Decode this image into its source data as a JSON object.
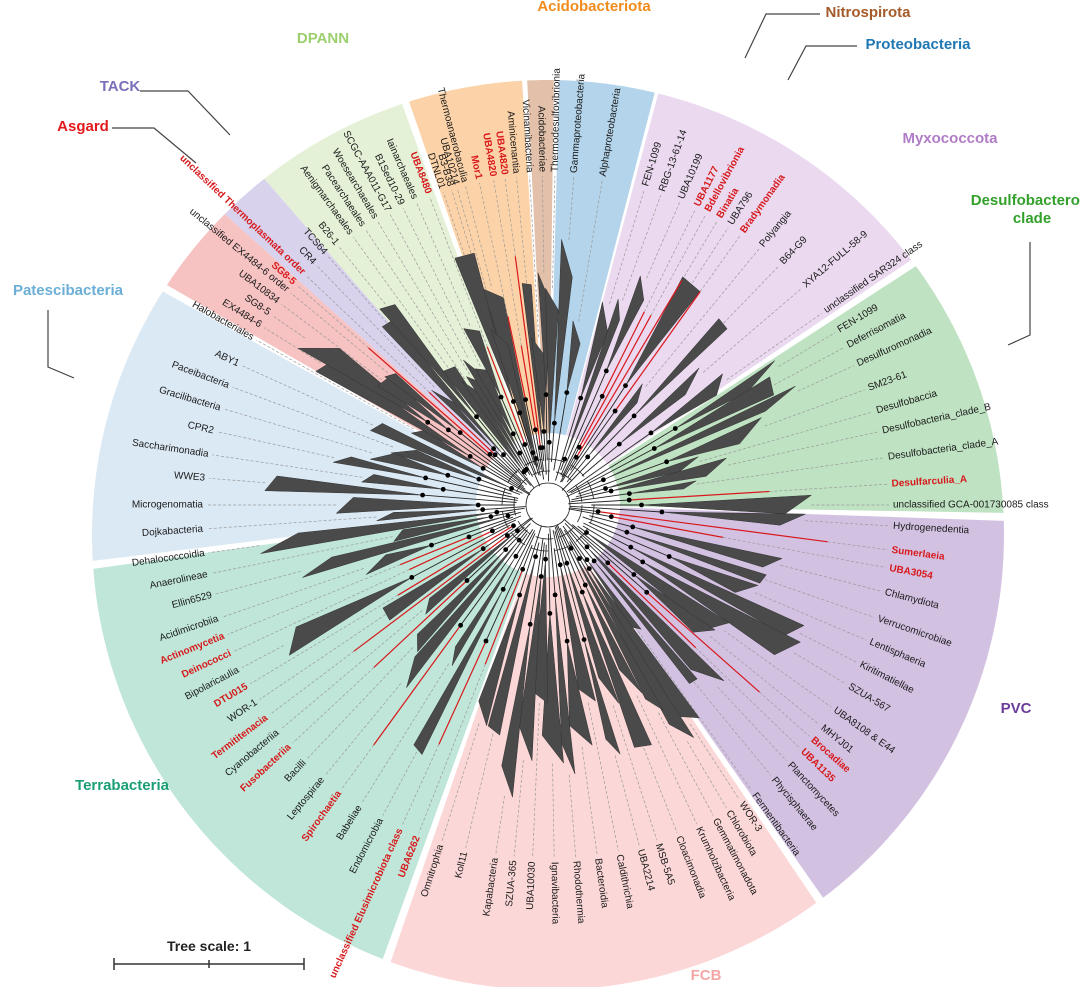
{
  "colors": {
    "highlight": "#d7191c",
    "normal": "#1a1a1a",
    "wedge_dark": "#4a4a4a",
    "branch": "#222222",
    "dashed": "#9a9a9a"
  },
  "scale": {
    "label": "Tree scale: 1"
  },
  "clades": [
    {
      "id": "acidobacteriota",
      "name": "Acidobacteriota",
      "color": "#f08c1c",
      "bg": "#fcd3a8",
      "start": -19,
      "end": -3.5
    },
    {
      "id": "nitrospirota",
      "name": "Nitrospirota",
      "color": "#a55a2a",
      "bg": "#e3c0a9",
      "start": -2.8,
      "end": 0.8
    },
    {
      "id": "proteobacteria",
      "name": "Proteobacteria",
      "color": "#1f78b4",
      "bg": "#b3d4ea",
      "start": 1.5,
      "end": 14.5
    },
    {
      "id": "myxococcota",
      "name": "Myxococcota",
      "color": "#b07cc6",
      "bg": "#ead9ef",
      "start": 15,
      "end": 56
    },
    {
      "id": "desulfobacterota",
      "name": "Desulfobacterota clade",
      "color": "#33a02c",
      "bg": "#bfe2c2",
      "start": 57,
      "end": 91
    },
    {
      "id": "pvc",
      "name": "PVC",
      "color": "#6a3d9a",
      "bg": "#d3c1e2",
      "start": 92,
      "end": 145
    },
    {
      "id": "fcb",
      "name": "FCB",
      "color": "#f4a6a6",
      "bg": "#fcd7d7",
      "start": 146,
      "end": 199
    },
    {
      "id": "terrabacteria",
      "name": "Terrabacteria",
      "color": "#1b9e77",
      "bg": "#bfe6d8",
      "start": 200,
      "end": 262
    },
    {
      "id": "patescibacteria",
      "name": "Patescibacteria",
      "color": "#6baed6",
      "bg": "#dbe9f5",
      "start": 263,
      "end": 299
    },
    {
      "id": "asgard",
      "name": "Asgard",
      "color": "#e31a1c",
      "bg": "#f6c2c2",
      "start": 300,
      "end": 312
    },
    {
      "id": "tack",
      "name": "TACK",
      "color": "#7b6fba",
      "bg": "#d8d2ec",
      "start": 312,
      "end": 319
    },
    {
      "id": "dpann",
      "name": "DPANN",
      "color": "#9ccf6e",
      "bg": "#e4f1d7",
      "start": 319,
      "end": 340
    }
  ],
  "leaves": [
    {
      "label": "B3-B38",
      "angle": -17,
      "red": false
    },
    {
      "label": "Thermoanaerobaculia",
      "angle": -14.5,
      "red": false
    },
    {
      "label": "Mor1",
      "angle": -12,
      "red": true
    },
    {
      "label": "UBA4820",
      "angle": -9.5,
      "red": true
    },
    {
      "label": "UBA4820",
      "angle": -7.5,
      "red": true
    },
    {
      "label": "Aminicenantia",
      "angle": -5.5,
      "red": false
    },
    {
      "label": "Vicinamibacteria",
      "angle": -3.2,
      "red": false
    },
    {
      "label": "Acidobacteriae",
      "angle": -1,
      "red": false
    },
    {
      "label": "Thermodesulfovibrionia",
      "angle": 1.2,
      "red": false
    },
    {
      "label": "Gammaproteobacteria",
      "angle": 4.5,
      "red": false
    },
    {
      "label": "Alphaproteobacteria",
      "angle": 9.5,
      "red": false
    },
    {
      "label": "FEN-1099",
      "angle": 17,
      "red": false
    },
    {
      "label": "RBG-13-61-14",
      "angle": 20,
      "red": false
    },
    {
      "label": "UBA10199",
      "angle": 23.5,
      "red": false
    },
    {
      "label": "UBA1177",
      "angle": 26.5,
      "red": true
    },
    {
      "label": "Bdellovibrionia",
      "angle": 28.5,
      "red": true
    },
    {
      "label": "Binatia",
      "angle": 30.8,
      "red": true
    },
    {
      "label": "UBA796",
      "angle": 33,
      "red": false
    },
    {
      "label": "Bradymonadia",
      "angle": 35.5,
      "red": true
    },
    {
      "label": "Polyangia",
      "angle": 39.5,
      "red": false
    },
    {
      "label": "B64-G9",
      "angle": 44,
      "red": false
    },
    {
      "label": "XYA12-FULL-58-9",
      "angle": 49.5,
      "red": false
    },
    {
      "label": "unclassified SAR324 class",
      "angle": 55,
      "red": false
    },
    {
      "label": "FEN-1099",
      "angle": 59,
      "red": false
    },
    {
      "label": "Deferrisomatia",
      "angle": 62,
      "red": false
    },
    {
      "label": "Desulfuromonadia",
      "angle": 65.5,
      "red": false
    },
    {
      "label": "SM23-61",
      "angle": 70,
      "red": false
    },
    {
      "label": "Desulfobaccia",
      "angle": 74,
      "red": false
    },
    {
      "label": "Desulfobacteria_clade_B",
      "angle": 77.5,
      "red": false
    },
    {
      "label": "Desulfobacteria_clade_A",
      "angle": 82,
      "red": false
    },
    {
      "label": "Desulfarculia_A",
      "angle": 86.5,
      "red": true
    },
    {
      "label": "unclassified GCA-001730085 class",
      "angle": 90,
      "red": false
    },
    {
      "label": "Hydrogenedentia",
      "angle": 93.5,
      "red": false
    },
    {
      "label": "Sumerlaeia",
      "angle": 97.5,
      "red": true
    },
    {
      "label": "UBA3054",
      "angle": 100.5,
      "red": true
    },
    {
      "label": "Chlamydiota",
      "angle": 104.5,
      "red": false
    },
    {
      "label": "Verrucomicrobiae",
      "angle": 109,
      "red": false
    },
    {
      "label": "Lentisphaeria",
      "angle": 113,
      "red": false
    },
    {
      "label": "Kiritimatiellae",
      "angle": 117,
      "red": false
    },
    {
      "label": "SZUA-567",
      "angle": 121,
      "red": false
    },
    {
      "label": "UBA8108 & E44",
      "angle": 125.5,
      "red": false
    },
    {
      "label": "MHYJ01",
      "angle": 129,
      "red": false
    },
    {
      "label": "Brocadiae",
      "angle": 131.5,
      "red": true
    },
    {
      "label": "UBA1135",
      "angle": 134,
      "red": true
    },
    {
      "label": "Planctomycetes",
      "angle": 137,
      "red": false
    },
    {
      "label": "Phycisphaerae",
      "angle": 140.5,
      "red": false
    },
    {
      "label": "Fermentibacteria",
      "angle": 144.5,
      "red": false
    },
    {
      "label": "WOR-3",
      "angle": 147,
      "red": false
    },
    {
      "label": "Chlorobiota",
      "angle": 149.5,
      "red": false
    },
    {
      "label": "Gemmatimonadota",
      "angle": 152,
      "red": false
    },
    {
      "label": "Krumholzibacteria",
      "angle": 155,
      "red": false
    },
    {
      "label": "Cloacimonadia",
      "angle": 158.5,
      "red": false
    },
    {
      "label": "MSB-5A5",
      "angle": 162,
      "red": false
    },
    {
      "label": "UBA2214",
      "angle": 165,
      "red": false
    },
    {
      "label": "Caldithrichia",
      "angle": 168.5,
      "red": false
    },
    {
      "label": "Bacteroidia",
      "angle": 172,
      "red": false
    },
    {
      "label": "Rhodothermia",
      "angle": 175.5,
      "red": false
    },
    {
      "label": "Ignavibacteria",
      "angle": 179,
      "red": false
    },
    {
      "label": "UBA10030",
      "angle": 182.5,
      "red": false
    },
    {
      "label": "SZUA-365",
      "angle": 185.5,
      "red": false
    },
    {
      "label": "Kapabacteria",
      "angle": 188.5,
      "red": false
    },
    {
      "label": "Koll11",
      "angle": 193.5,
      "red": false
    },
    {
      "label": "Omnitrophia",
      "angle": 197.5,
      "red": false
    },
    {
      "label": "UBA6262",
      "angle": 201.5,
      "red": true
    },
    {
      "label": "unclassified Elusimicrobiota class",
      "angle": 204.5,
      "red": true
    },
    {
      "label": "Endomicrobia",
      "angle": 208,
      "red": false
    },
    {
      "label": "Babeliae",
      "angle": 212,
      "red": false
    },
    {
      "label": "Spirochaetia",
      "angle": 216,
      "red": true
    },
    {
      "label": "Leptospirae",
      "angle": 219.5,
      "red": false
    },
    {
      "label": "Bacilli",
      "angle": 223.5,
      "red": false
    },
    {
      "label": "Fusobacteriia",
      "angle": 227,
      "red": true
    },
    {
      "label": "Cyanobacteriia",
      "angle": 230,
      "red": false
    },
    {
      "label": "Termititenacia",
      "angle": 233,
      "red": true
    },
    {
      "label": "WOR-1",
      "angle": 236,
      "red": false
    },
    {
      "label": "DTU015",
      "angle": 239,
      "red": true
    },
    {
      "label": "Bipolaricaulia",
      "angle": 242,
      "red": false
    },
    {
      "label": "Deinococci",
      "angle": 245,
      "red": true
    },
    {
      "label": "Actinomycetia",
      "angle": 248,
      "red": true
    },
    {
      "label": "Acidimicrobiia",
      "angle": 251,
      "red": false
    },
    {
      "label": "Ellin6529",
      "angle": 255,
      "red": false
    },
    {
      "label": "Anaerolineae",
      "angle": 258.5,
      "red": false
    },
    {
      "label": "Dehalococcoidia",
      "angle": 262,
      "red": false
    },
    {
      "label": "Dojkabacteria",
      "angle": 266,
      "red": false
    },
    {
      "label": "Microgenomatia",
      "angle": 270,
      "red": false
    },
    {
      "label": "WWE3",
      "angle": 274.5,
      "red": false
    },
    {
      "label": "Saccharimonadia",
      "angle": 278.5,
      "red": false
    },
    {
      "label": "CPR2",
      "angle": 282.5,
      "red": false
    },
    {
      "label": "Gracilibacteria",
      "angle": 286.5,
      "red": false
    },
    {
      "label": "Paceibacteria",
      "angle": 290.5,
      "red": false
    },
    {
      "label": "ABY1",
      "angle": 294.5,
      "red": false
    },
    {
      "label": "Halobacteriales",
      "angle": 299.5,
      "red": false
    },
    {
      "label": "EX4484-6",
      "angle": 302,
      "red": false
    },
    {
      "label": "SG8-5",
      "angle": 304.5,
      "red": false
    },
    {
      "label": "UBA10834",
      "angle": 307,
      "red": false
    },
    {
      "label": "unclassified EX4484-6 order",
      "angle": 309.5,
      "red": false
    },
    {
      "label": "SG8-5",
      "angle": 311.2,
      "red": true
    },
    {
      "label": "unclassified Thermoplasmata order",
      "angle": 313.5,
      "red": true
    },
    {
      "label": "CR4",
      "angle": 316,
      "red": false
    },
    {
      "label": "TCS64",
      "angle": 318.5,
      "red": false
    },
    {
      "label": "B26-1",
      "angle": 321,
      "red": false
    },
    {
      "label": "Aenigmarchaeales",
      "angle": 324,
      "red": false
    },
    {
      "label": "Pacearchaeales",
      "angle": 326.5,
      "red": false
    },
    {
      "label": "Woesearchaeales",
      "angle": 329,
      "red": false
    },
    {
      "label": "SCGC-AAA011-G17",
      "angle": 331.5,
      "red": false
    },
    {
      "label": "B1Sed10-29",
      "angle": 334,
      "red": false
    },
    {
      "label": "Iainarchaeales",
      "angle": 336.5,
      "red": false
    },
    {
      "label": "UBA8480",
      "angle": 339,
      "red": true
    },
    {
      "label": "DTNL01",
      "angle": 341.5,
      "red": false
    },
    {
      "label": "UBA10214",
      "angle": 344,
      "red": false
    }
  ]
}
